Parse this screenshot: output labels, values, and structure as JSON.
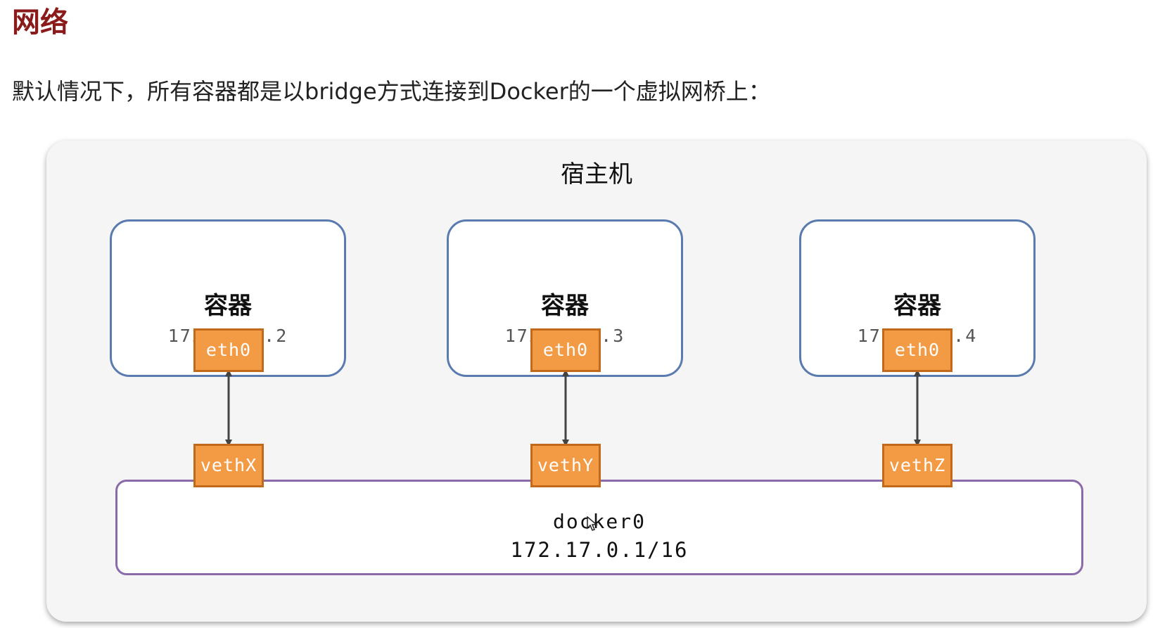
{
  "page": {
    "heading": "网络",
    "intro": "默认情况下，所有容器都是以bridge方式连接到Docker的一个虚拟网桥上："
  },
  "diagram": {
    "host_label": "宿主机",
    "containers": [
      {
        "label": "容器",
        "ip": "172.17.0.2",
        "interface": "eth0",
        "veth": "vethX"
      },
      {
        "label": "容器",
        "ip": "172.17.0.3",
        "interface": "eth0",
        "veth": "vethY"
      },
      {
        "label": "容器",
        "ip": "172.17.0.4",
        "interface": "eth0",
        "veth": "vethZ"
      }
    ],
    "bridge": {
      "name": "docker0",
      "ip": "172.17.0.1/16"
    },
    "colors": {
      "heading": "#8b1a1a",
      "container_border": "#5a7bb0",
      "bridge_border": "#8a6aa8",
      "interface_fill": "#f39a45",
      "interface_border": "#c26a1c",
      "arrow": "#444444",
      "host_background": "#f5f5f5"
    }
  }
}
